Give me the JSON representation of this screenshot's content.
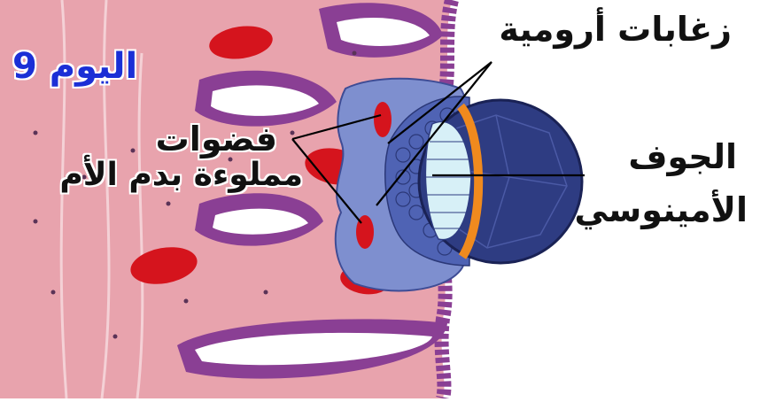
{
  "labels": {
    "day": "اليوم 9",
    "villi": "زغابات أرومية",
    "lacunae_line1": "فضوات",
    "lacunae_line2": "مملوءة بدم الأم",
    "amnion_line1": "الجوف",
    "amnion_line2": "الأمينوسي"
  },
  "colors": {
    "endometrium": "#e8a3ad",
    "gland_wall": "#8a3f94",
    "gland_lumen": "#ffffff",
    "blood": "#d5141d",
    "syncytiotrophoblast": "#7e8fcf",
    "cytotrophoblast": "#4f63b4",
    "embryo_sphere": "#2e3c82",
    "amnion_cells": "#d7f0f7",
    "epiblast_border": "#f08a1e",
    "label_blue": "#1b2fd6"
  }
}
